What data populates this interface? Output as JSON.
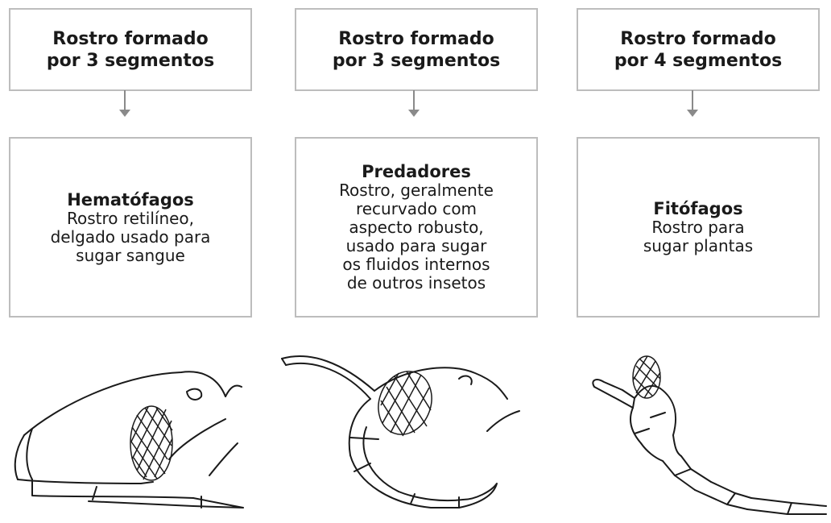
{
  "columns": [
    {
      "top_label": "Rostro formado\npor 3 segmentos",
      "heading": "Hematófagos",
      "description": "Rostro retilíneo,\ndelgado usado para\nsugar sangue"
    },
    {
      "top_label": "Rostro formado\npor 3 segmentos",
      "heading": "Predadores",
      "description": "Rostro, geralmente\nrecurvado com\naspecto robusto,\nusado para sugar\nos fluidos internos\nde outros insetos"
    },
    {
      "top_label": "Rostro formado\npor 4 segmentos",
      "heading": "Fitófagos",
      "description": "Rostro para\nsugar plantas"
    }
  ],
  "colors": {
    "box_border": "#bdbdbd",
    "arrow": "#8a8a8a",
    "ink": "#1a1a1a"
  }
}
